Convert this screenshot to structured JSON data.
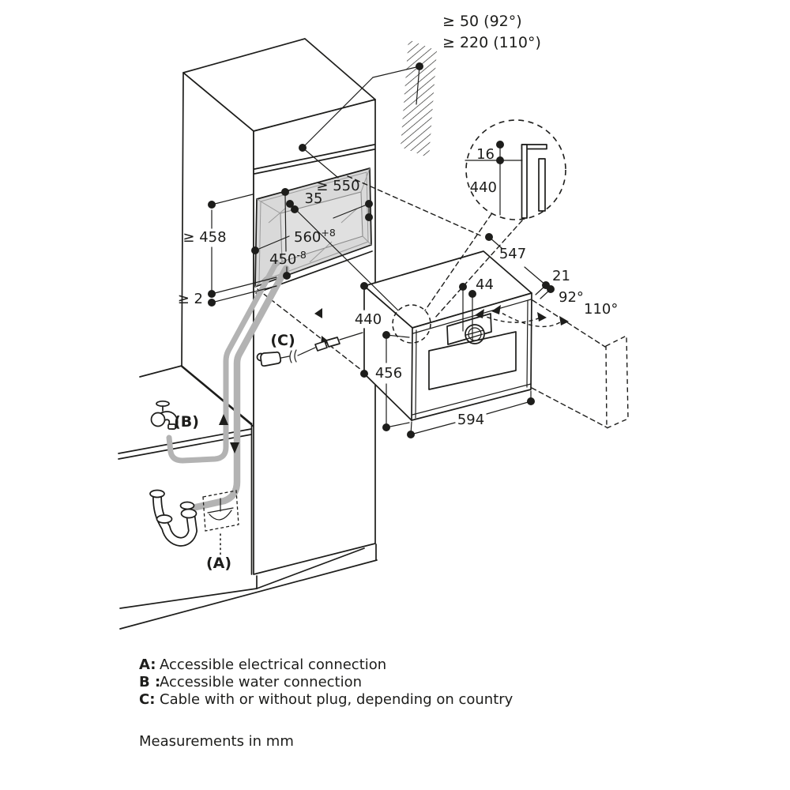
{
  "wall_clearance": {
    "line1": "≥ 50 (92°)",
    "line2": "≥ 220 (110°)"
  },
  "detail_view": {
    "frame_overhang": "16",
    "height": "440"
  },
  "niche": {
    "depth": "≥ 550",
    "top_clearance": "35",
    "width": "560",
    "width_tolerance": "+8",
    "height": "450",
    "height_tolerance": "-8"
  },
  "installation": {
    "side_clearance_height": "≥ 458",
    "bottom_gap": "≥ 2"
  },
  "oven": {
    "body_height": "440",
    "front_height": "456",
    "front_width": "594",
    "control_panel_height": "44",
    "body_depth": "547",
    "door_proud": "21",
    "door_angle_min": "92°",
    "door_angle_max": "110°"
  },
  "connections": {
    "a": "(A)",
    "b": "(B)",
    "c": "(C)"
  },
  "legend": [
    {
      "key": "A:",
      "text": "Accessible electrical connection"
    },
    {
      "key": "B :",
      "text": "Accessible water connection"
    },
    {
      "key": "C:",
      "text": "Cable with or without plug, depending on country"
    }
  ],
  "footer": "Measurements in mm",
  "colors": {
    "line": "#1d1d1b",
    "hose": "#b3b3b3",
    "niche_shade": "#d9d9d9",
    "background": "#ffffff"
  }
}
